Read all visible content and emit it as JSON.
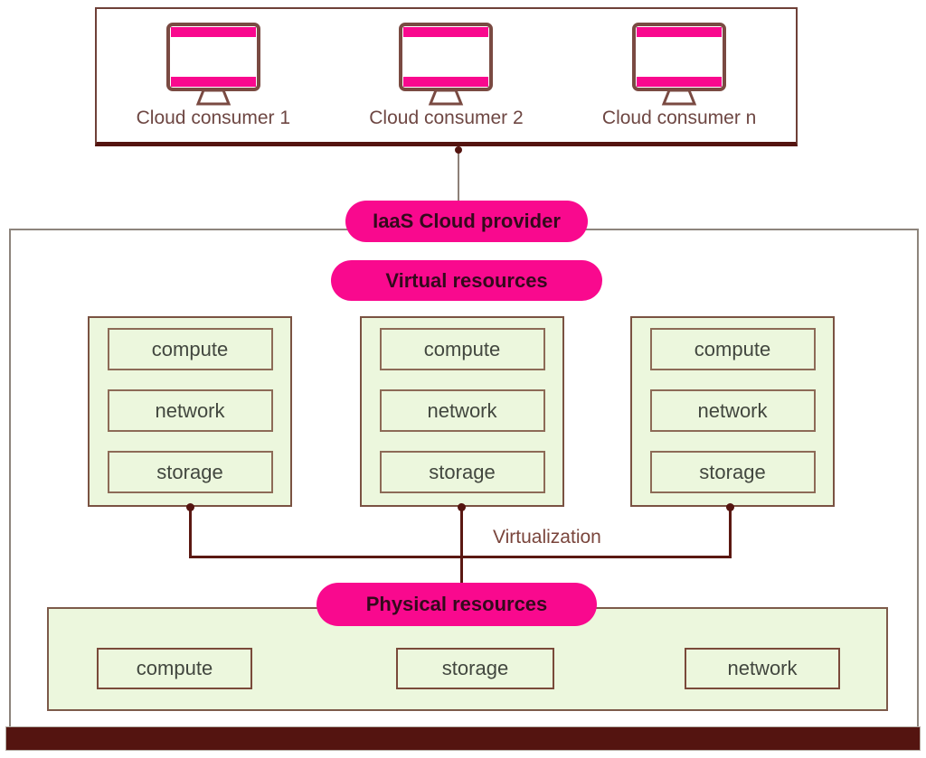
{
  "consumers": {
    "items": [
      {
        "label": "Cloud consumer 1"
      },
      {
        "label": "Cloud consumer 2"
      },
      {
        "label": "Cloud consumer n"
      }
    ]
  },
  "provider": {
    "pill_label": "IaaS Cloud provider"
  },
  "virtual": {
    "pill_label": "Virtual resources",
    "groups": [
      {
        "items": [
          "compute",
          "network",
          "storage"
        ]
      },
      {
        "items": [
          "compute",
          "network",
          "storage"
        ]
      },
      {
        "items": [
          "compute",
          "network",
          "storage"
        ]
      }
    ],
    "virtualization_label": "Virtualization"
  },
  "physical": {
    "pill_label": "Physical resources",
    "items": [
      "compute",
      "storage",
      "network"
    ]
  },
  "colors": {
    "accent_pink": "#f9098e",
    "dark_maroon": "#541410",
    "light_green_fill": "#ecf7dd",
    "brown_border": "#7a5242",
    "tan_border": "#8d6b57",
    "gray_border": "#8d847c",
    "label_text": "#42473f",
    "consumer_text": "#6e4743",
    "pill_text": "#330a1c",
    "virtualization_text": "#7a453c"
  }
}
